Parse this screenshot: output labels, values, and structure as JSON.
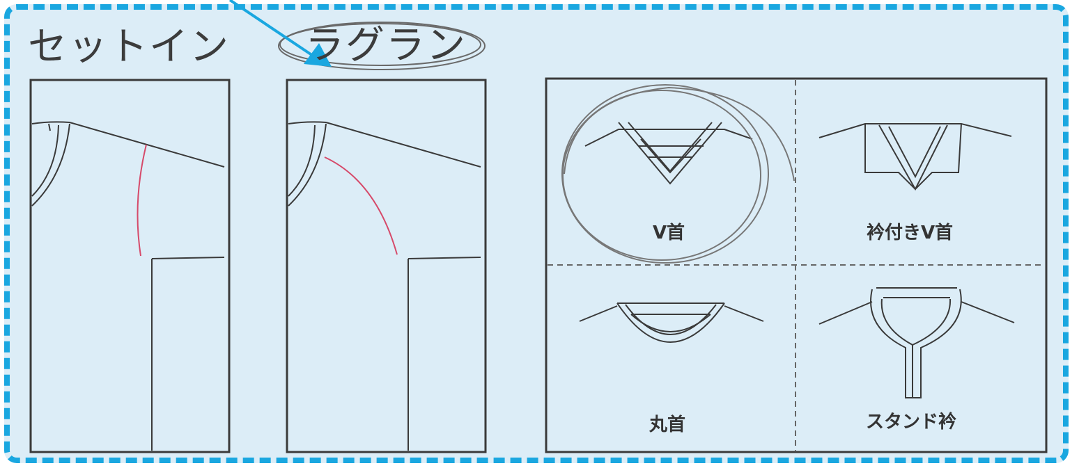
{
  "labels": {
    "setin": "セットイン",
    "raglan": "ラグラン"
  },
  "necklines": {
    "v_neck": "V首",
    "collared_v_neck": "衿付きV首",
    "round_neck": "丸首",
    "stand_collar": "スタンド衿"
  },
  "colors": {
    "panel_bg": "#dcedf7",
    "panel_border": "#1aa7e0",
    "ink": "#3a3a3a",
    "seam_highlight": "#d64a6a",
    "arrow": "#1aa7e0"
  }
}
